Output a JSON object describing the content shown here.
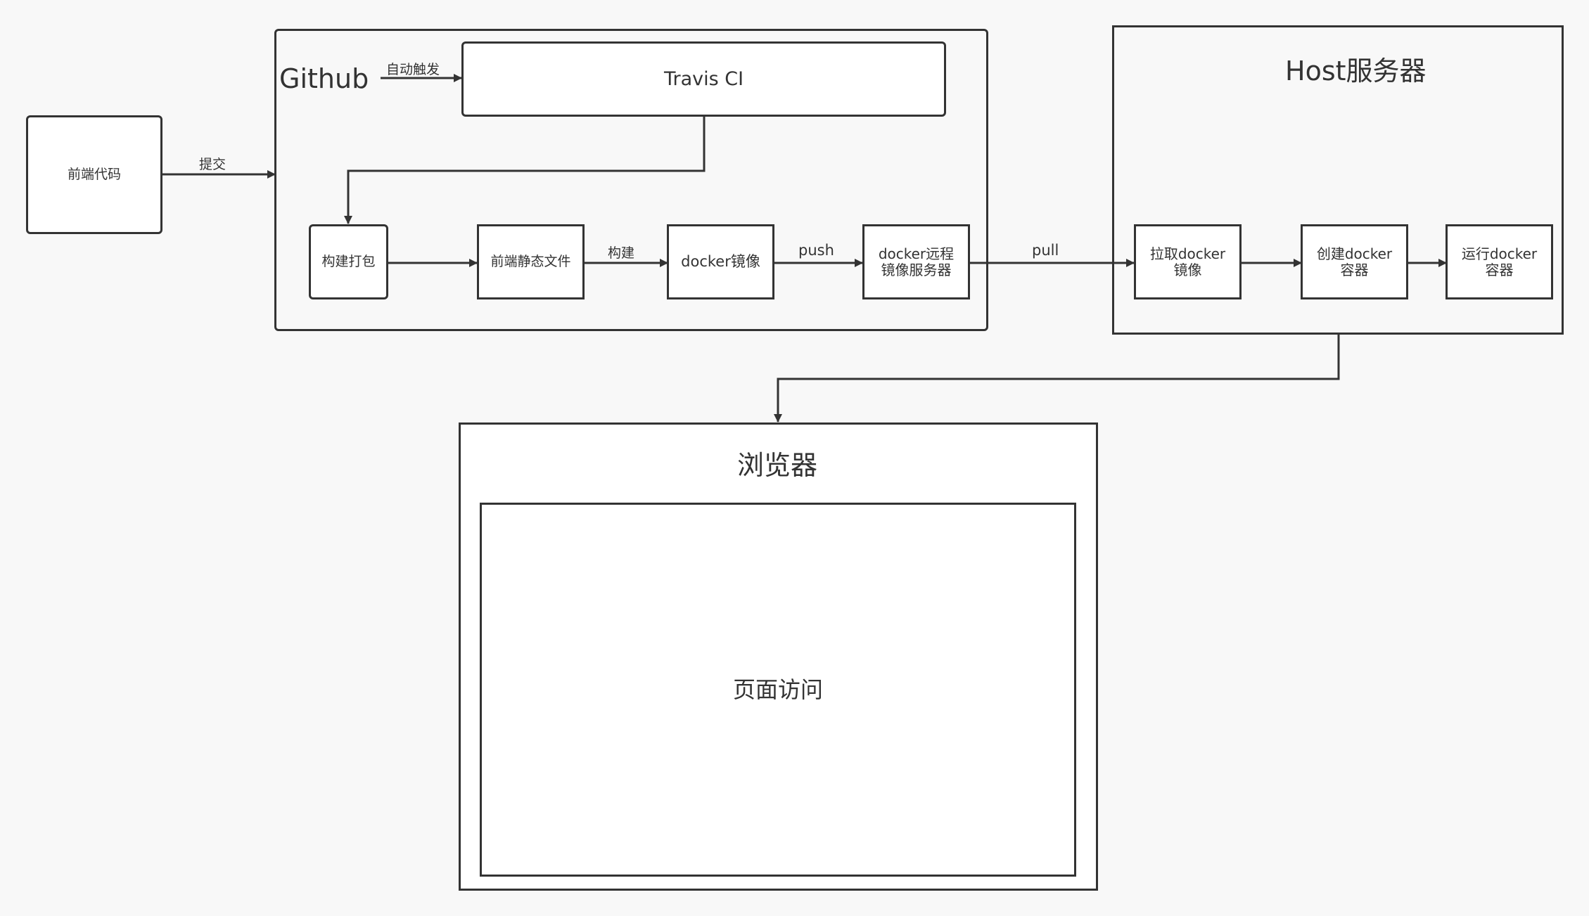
{
  "source": {
    "label": "前端代码"
  },
  "github": {
    "title": "Github",
    "travis": "Travis CI",
    "auto_trigger_label": "自动触发",
    "steps": {
      "build_package": "构建打包",
      "static_files": "前端静态文件",
      "docker_image": "docker镜像",
      "registry_line1": "docker远程",
      "registry_line2": "镜像服务器"
    },
    "edge_build": "构建",
    "edge_push": "push"
  },
  "edge_commit": "提交",
  "edge_pull": "pull",
  "host": {
    "title": "Host服务器",
    "pull_image_line1": "拉取docker",
    "pull_image_line2": "镜像",
    "create_container_line1": "创建docker",
    "create_container_line2": "容器",
    "run_container_line1": "运行docker",
    "run_container_line2": "容器"
  },
  "browser": {
    "title": "浏览器",
    "page_access": "页面访问"
  }
}
